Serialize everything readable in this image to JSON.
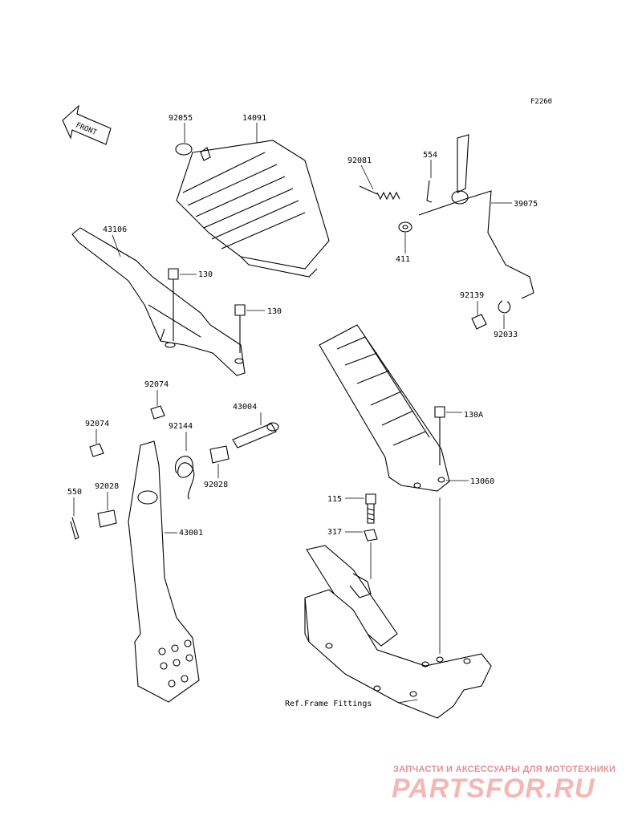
{
  "figure_code": "F2260",
  "front_marker": "FRONT",
  "parts": [
    {
      "id": "92055"
    },
    {
      "id": "14091"
    },
    {
      "id": "92081"
    },
    {
      "id": "554"
    },
    {
      "id": "39075"
    },
    {
      "id": "411"
    },
    {
      "id": "43106"
    },
    {
      "id": "130a",
      "label": "130"
    },
    {
      "id": "130b",
      "label": "130"
    },
    {
      "id": "92139"
    },
    {
      "id": "92033"
    },
    {
      "id": "92074a",
      "label": "92074"
    },
    {
      "id": "92074b",
      "label": "92074"
    },
    {
      "id": "43004"
    },
    {
      "id": "92144"
    },
    {
      "id": "92028a",
      "label": "92028"
    },
    {
      "id": "92028b",
      "label": "92028"
    },
    {
      "id": "550"
    },
    {
      "id": "43001"
    },
    {
      "id": "130A"
    },
    {
      "id": "13060"
    },
    {
      "id": "115"
    },
    {
      "id": "317"
    }
  ],
  "labels": {
    "p92055": "92055",
    "p14091": "14091",
    "p92081": "92081",
    "p554": "554",
    "p39075": "39075",
    "p411": "411",
    "p43106": "43106",
    "p130a": "130",
    "p130b": "130",
    "p92139": "92139",
    "p92033": "92033",
    "p92074a": "92074",
    "p92074b": "92074",
    "p43004": "43004",
    "p92144": "92144",
    "p92028a": "92028",
    "p92028b": "92028",
    "p550": "550",
    "p43001": "43001",
    "p130A": "130A",
    "p13060": "13060",
    "p115": "115",
    "p317": "317"
  },
  "ref_frame": "Ref.Frame Fittings",
  "watermark": {
    "subtitle": "ЗАПЧАСТИ И АКСЕССУАРЫ ДЛЯ МОТОТЕХНИКИ",
    "brand": "PARTSFOR.RU",
    "color": "#ee7b7b"
  }
}
